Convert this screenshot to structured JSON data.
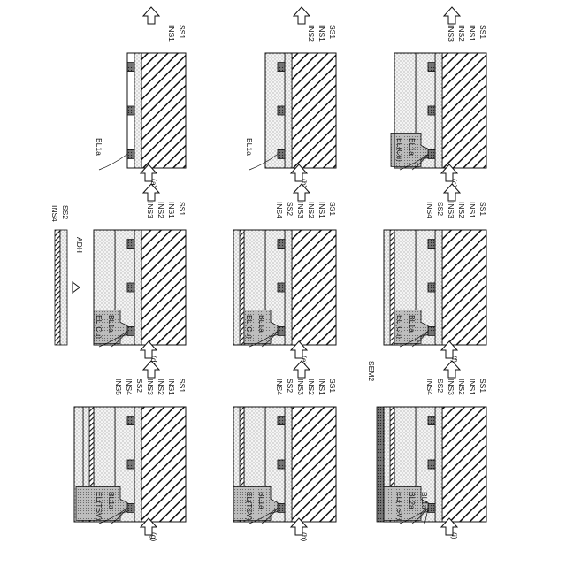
{
  "colors": {
    "ink": "#111111",
    "paper": "#ffffff",
    "dot_fill": "#f4f4f4",
    "pad_fill": "#8a8a8a",
    "electrode_fill": "#bdbdbd"
  },
  "panels": [
    {
      "id": "a",
      "caption": "(a)",
      "layer_labels": [
        "INS1",
        "SS1"
      ],
      "side_labels": [
        "BL1a"
      ],
      "extra_labels": []
    },
    {
      "id": "b",
      "caption": "(b)",
      "layer_labels": [
        "INS2",
        "INS1",
        "SS1"
      ],
      "side_labels": [
        "BL1a"
      ],
      "extra_labels": []
    },
    {
      "id": "c",
      "caption": "(c)",
      "layer_labels": [
        "INS3",
        "INS2",
        "INS1",
        "SS1"
      ],
      "side_labels": [
        "EL(Cu)",
        "BL1a"
      ],
      "extra_labels": []
    },
    {
      "id": "d",
      "caption": "(d)",
      "layer_labels": [
        "INS3",
        "INS2",
        "INS1",
        "SS1"
      ],
      "side_labels": [
        "EL(Cu)",
        "BL1a"
      ],
      "extra_labels": [
        "INS4",
        "SS2",
        "ADH"
      ]
    },
    {
      "id": "e",
      "caption": "(e)",
      "layer_labels": [
        "INS4",
        "SS2",
        "INS3",
        "INS2",
        "INS1",
        "SS1"
      ],
      "side_labels": [
        "EL(Cu)",
        "BL1a"
      ],
      "extra_labels": []
    },
    {
      "id": "f",
      "caption": "(f)",
      "layer_labels": [
        "INS4",
        "SS2",
        "INS3",
        "INS2",
        "INS1",
        "SS1"
      ],
      "side_labels": [
        "EL(Cu)",
        "BL1a"
      ],
      "extra_labels": []
    },
    {
      "id": "g",
      "caption": "(g)",
      "layer_labels": [
        "INS5",
        "INS4",
        "SS2",
        "INS3",
        "INS2",
        "INS1",
        "SS1"
      ],
      "side_labels": [
        "EL(TSV)",
        "BL1a"
      ],
      "extra_labels": []
    },
    {
      "id": "h",
      "caption": "(h)",
      "layer_labels": [
        "INS4",
        "SS2",
        "INS3",
        "INS2",
        "INS1",
        "SS1"
      ],
      "side_labels": [
        "EL(TSV)",
        "BL1a"
      ],
      "extra_labels": []
    },
    {
      "id": "i",
      "caption": "(i)",
      "layer_labels": [
        "INS4",
        "SS2",
        "INS3",
        "INS2",
        "INS1",
        "SS1"
      ],
      "side_labels": [
        "EL(TSV)",
        "BL2a",
        "BL1a"
      ],
      "extra_labels": [
        "SEM2"
      ]
    }
  ]
}
